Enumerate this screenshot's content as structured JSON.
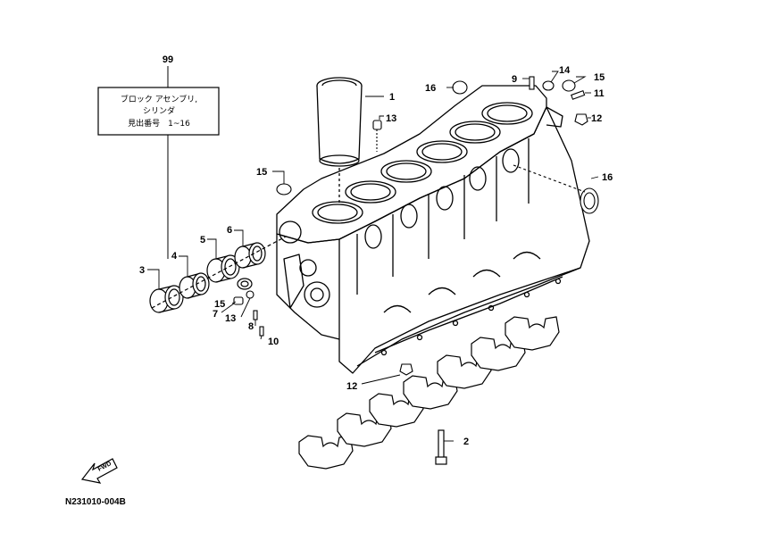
{
  "legend_box": {
    "ref_number": "99",
    "line1": "ブロック アセンブリ,",
    "line2": "シリンダ",
    "line3": "見出番号　1~16"
  },
  "callouts": {
    "c1": "1",
    "c2": "2",
    "c3": "3",
    "c4": "4",
    "c5": "5",
    "c6": "6",
    "c7": "7",
    "c8": "8",
    "c9": "9",
    "c10": "10",
    "c11": "11",
    "c12a": "12",
    "c12b": "12",
    "c13a": "13",
    "c13b": "13",
    "c14": "14",
    "c15a": "15",
    "c15b": "15",
    "c15c": "15",
    "c16a": "16",
    "c16b": "16"
  },
  "fwd_label": "FWD",
  "diagram_code": "N231010-004B"
}
